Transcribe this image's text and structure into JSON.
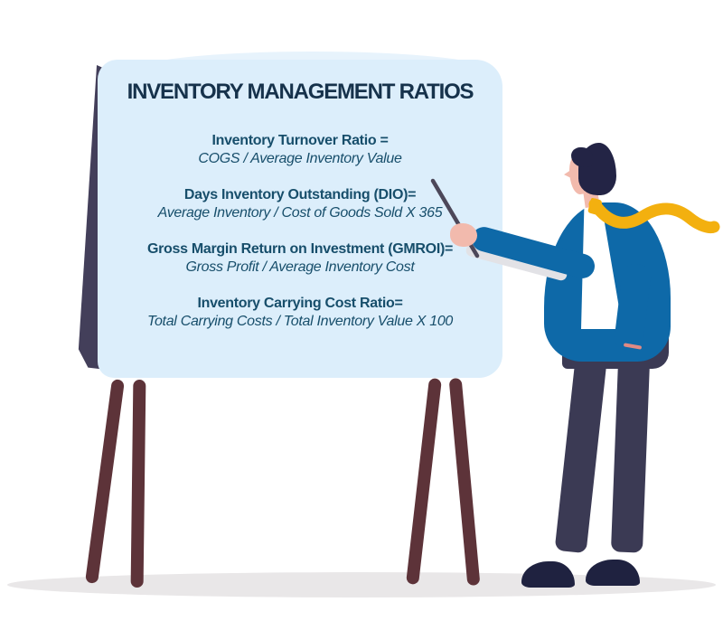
{
  "board": {
    "title": "INVENTORY MANAGEMENT RATIOS",
    "formulas": [
      {
        "label": "Inventory Turnover Ratio =",
        "value": "COGS / Average Inventory Value"
      },
      {
        "label": "Days Inventory Outstanding (DIO)=",
        "value": "Average Inventory / Cost of Goods Sold X 365"
      },
      {
        "label": "Gross Margin Return on Investment (GMROI)=",
        "value": "Gross Profit / Average Inventory Cost"
      },
      {
        "label": "Inventory Carrying Cost Ratio=",
        "value": "Total Carrying Costs / Total Inventory Value X 100"
      }
    ]
  },
  "colors": {
    "board_bg": "#DCEEFB",
    "board_halo": "#E7F3FC",
    "board_side_edge": "#433F5A",
    "easel_leg": "#5D3339",
    "title_text": "#16324B",
    "formula_text": "#174E6B",
    "jacket_blue": "#0E69A8",
    "tie_yellow": "#F3B00F",
    "skin": "#F2BAAD",
    "hair": "#232445",
    "pants": "#3B3A54",
    "shoes": "#1F2240",
    "pointer_stick": "#4C4759",
    "ground_shadow": "#E9E7E8",
    "pocket_accent": "#E08A84"
  }
}
